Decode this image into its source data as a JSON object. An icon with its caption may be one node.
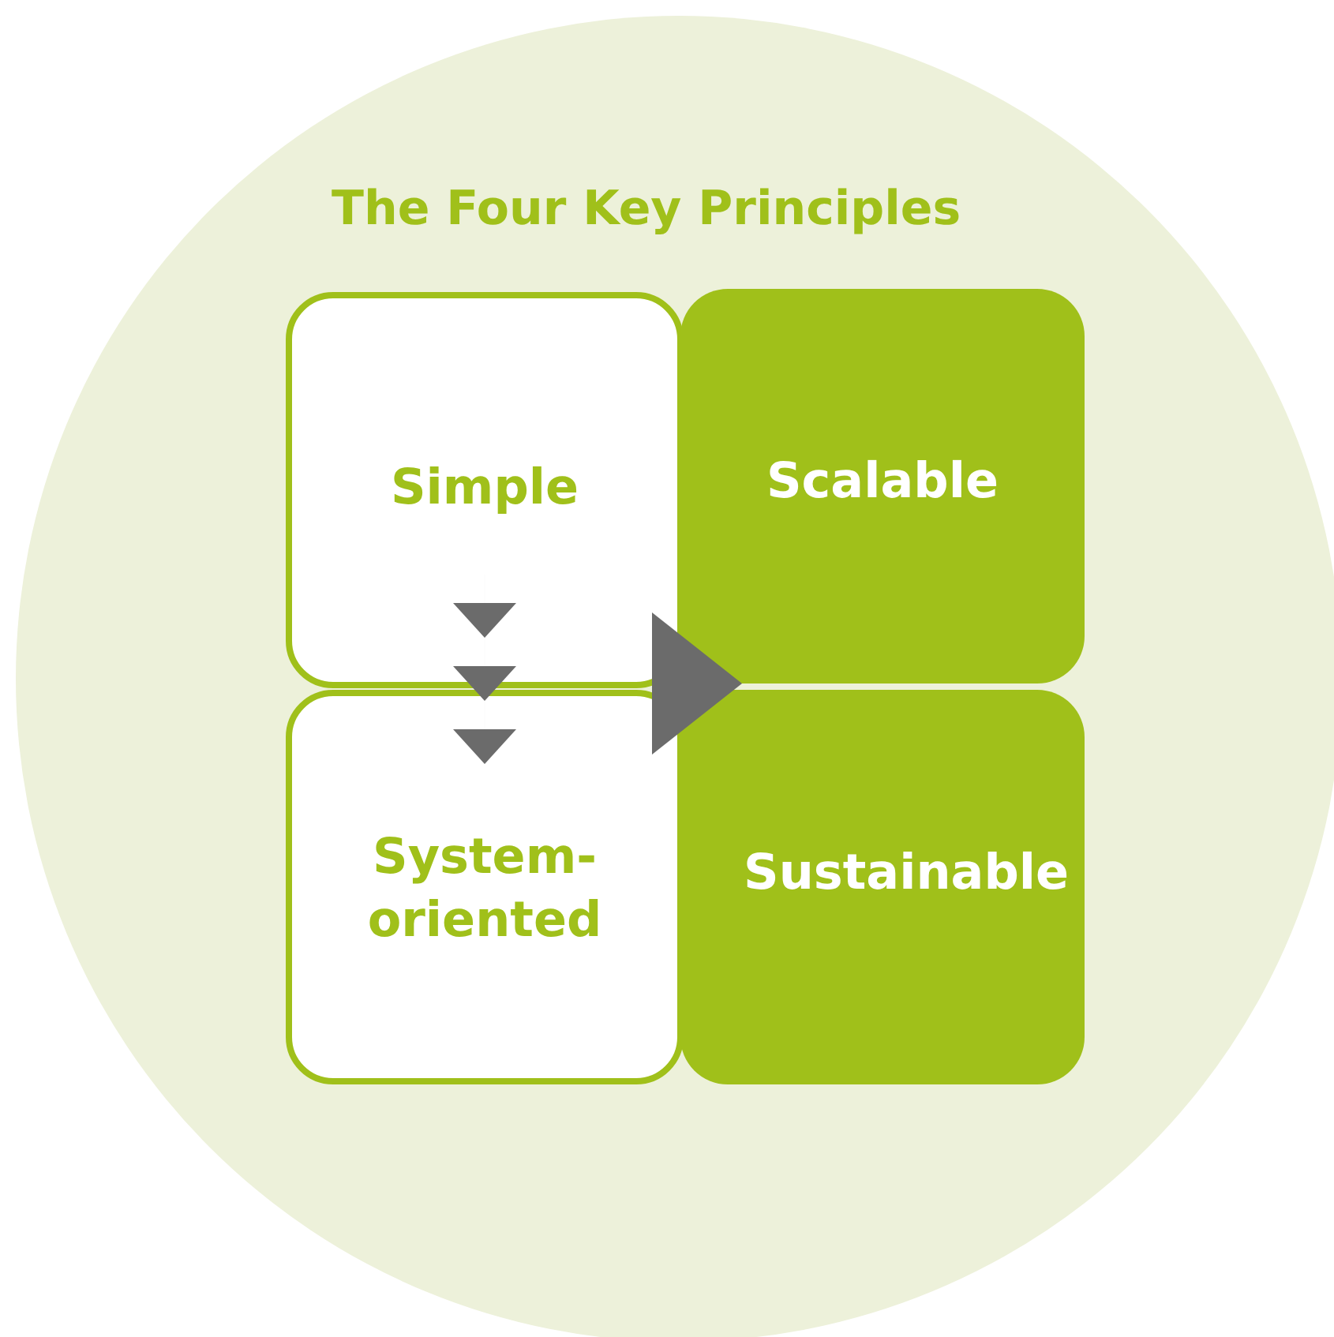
{
  "diagram": {
    "nodes": [
      {
        "text": [
          "The Four Key Principles"
        ]
      },
      {
        "text": [
          "Simple"
        ],
        "in": 0
      },
      {
        "text": [
          "Scalable"
        ],
        "in": 0
      },
      {
        "text": [
          "System- oriented"
        ],
        "in": 0
      },
      {
        "text": [
          "Sustainable"
        ],
        "in": 0
      }
    ],
    "edges": [
      {
        "from": 1,
        "to": 3,
        "arrow": "to"
      },
      {
        "from": 1,
        "to": 2,
        "arrow": "to"
      }
    ]
  }
}
